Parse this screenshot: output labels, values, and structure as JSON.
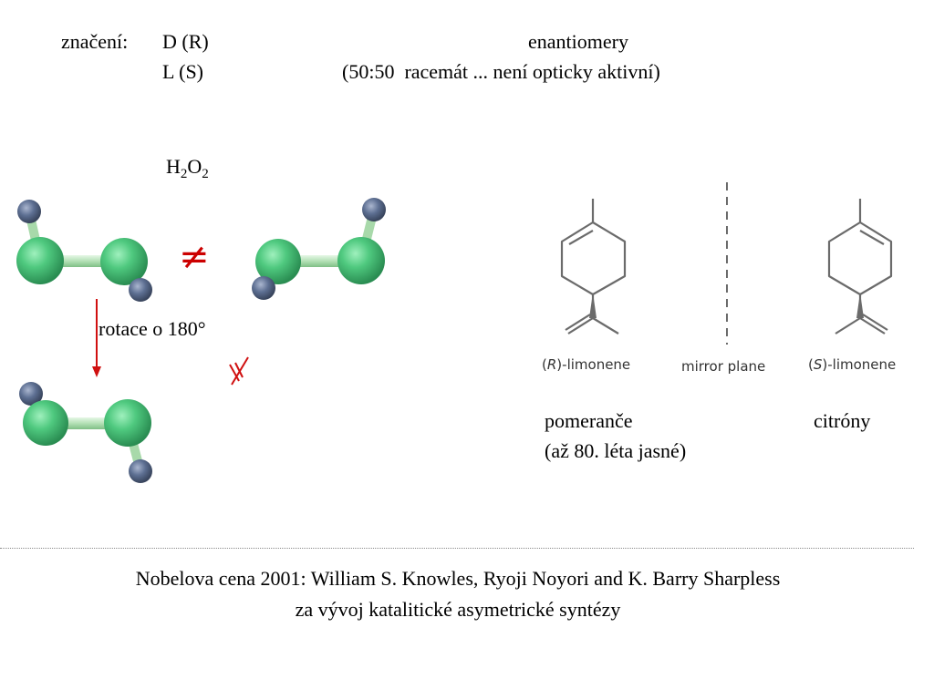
{
  "header": {
    "label": "značení:",
    "d_r": "D (R)",
    "l_s": "L (S)",
    "enantiomery": "enantiomery",
    "racemat": "(50:50  racemát ... není opticky aktivní)"
  },
  "peroxide": {
    "formula_h": "H",
    "formula_sub1": "2",
    "formula_o": "O",
    "formula_sub2": "2",
    "not_equal": "≠",
    "rotation": "rotace o 180°"
  },
  "limonene": {
    "r_config": "R",
    "r_suffix": "-limonene",
    "mirror": "mirror plane",
    "s_config": "S",
    "s_suffix": "-limonene",
    "source_r": "pomeranče",
    "source_r_note": "(až 80. léta jasné)",
    "source_s": "citróny"
  },
  "nobel": {
    "line1": "Nobelova cena 2001: William S. Knowles, Ryoji Noyori and K. Barry Sharpless",
    "line2": "za vývoj katalitické asymetrické syntézy"
  },
  "colors": {
    "oxygen": "#4fc97f",
    "hydrogen": "#5a6b8c",
    "bond": "#b7e3b8",
    "arrow": "#d01010",
    "structure": "#6b6b6b"
  }
}
